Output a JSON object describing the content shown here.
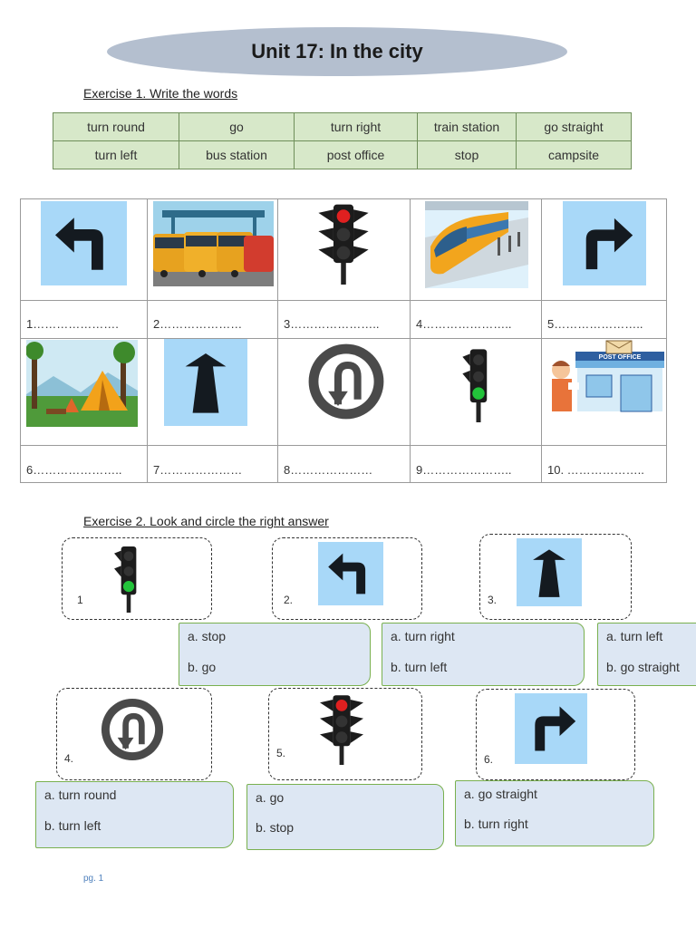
{
  "title": "Unit 17: In the city",
  "exercise1": {
    "heading": "Exercise 1. Write the words",
    "word_rows": [
      [
        "turn round",
        "go",
        "turn right",
        "train station",
        "go straight"
      ],
      [
        "turn left",
        "bus station",
        "post office",
        "stop",
        "campsite"
      ]
    ],
    "blanks": [
      "1………………….",
      "2…………………",
      "3…………………..",
      "4…………………..",
      "5…………………..",
      "6…………………..",
      "7…………………",
      "8…………………",
      "9…………………..",
      "10. ……………….."
    ],
    "post_office_sign": "POST OFFICE"
  },
  "exercise2": {
    "heading": "Exercise 2. Look and circle the right answer",
    "items": [
      {
        "num": "1",
        "a": "a. stop",
        "b": "b. go"
      },
      {
        "num": "2.",
        "a": "a. turn right",
        "b": "b. turn left"
      },
      {
        "num": "3.",
        "a": "a. turn left",
        "b": "b. go straight"
      },
      {
        "num": "4.",
        "a": "a. turn round",
        "b": "b. turn left"
      },
      {
        "num": "5.",
        "a": "a. go",
        "b": "b. stop"
      },
      {
        "num": "6.",
        "a": "a. go straight",
        "b": "b. turn right"
      }
    ]
  },
  "footer": "pg. 1",
  "colors": {
    "table_green": "#d7e8c9",
    "pill": "#b4bfcf",
    "sign_blue": "#a8d8f8",
    "answer_box": "#dde7f3",
    "answer_border": "#79b04f"
  },
  "icons": [
    "turn-left-arrow-icon",
    "bus-station-icon",
    "red-traffic-light-icon",
    "train-station-icon",
    "turn-right-arrow-icon",
    "campsite-icon",
    "go-straight-arrow-icon",
    "u-turn-sign-icon",
    "green-traffic-light-icon",
    "post-office-icon"
  ]
}
